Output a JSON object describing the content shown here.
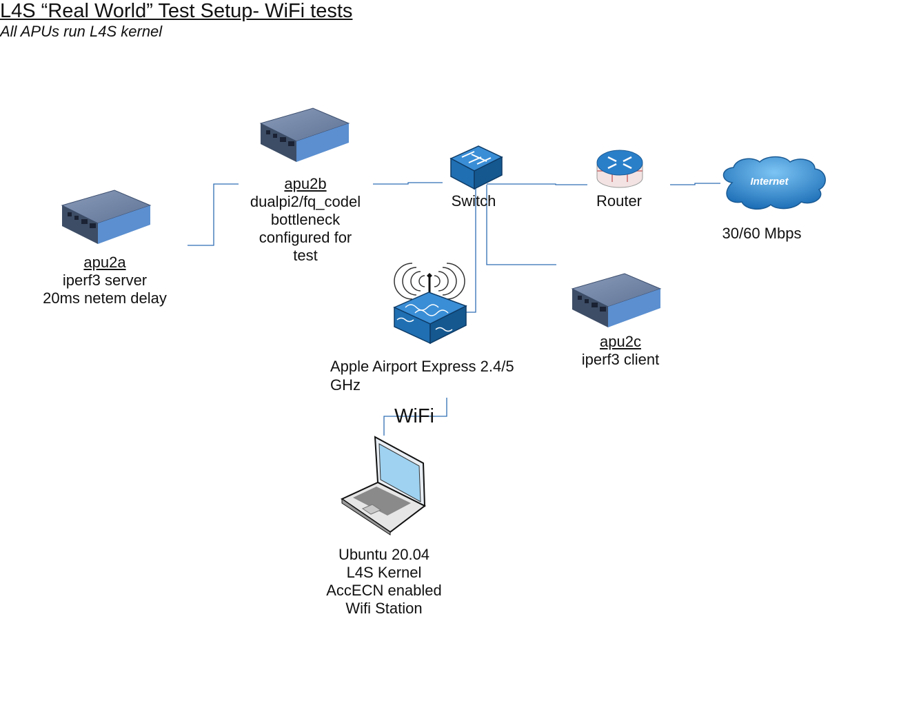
{
  "title": "L4S “Real World” Test Setup- WiFi tests",
  "note": "All APUs run L4S kernel",
  "nodes": {
    "apu2a": {
      "name": "apu2a",
      "lines": [
        "iperf3 server",
        "20ms netem delay"
      ]
    },
    "apu2b": {
      "name": "apu2b",
      "lines": [
        "dualpi2/fq_codel",
        "bottleneck",
        "configured for",
        "test"
      ]
    },
    "apu2c": {
      "name": "apu2c",
      "lines": [
        "iperf3 client"
      ]
    },
    "switch": {
      "name": "Switch"
    },
    "router": {
      "name": "Router"
    },
    "internet": {
      "name": "Internet",
      "caption": "30/60 Mbps"
    },
    "airport": {
      "lines": [
        "Apple Airport Express 2.4/5",
        "GHz"
      ]
    },
    "laptop": {
      "lines": [
        "Ubuntu 20.04",
        "L4S Kernel",
        "AccECN enabled",
        "Wifi Station"
      ]
    }
  },
  "link_label": "WiFi",
  "colors": {
    "wire": "#2f6db3",
    "device_top": "#6e84a6",
    "device_side": "#4a86c8",
    "network_blue": "#1f6fb2"
  }
}
